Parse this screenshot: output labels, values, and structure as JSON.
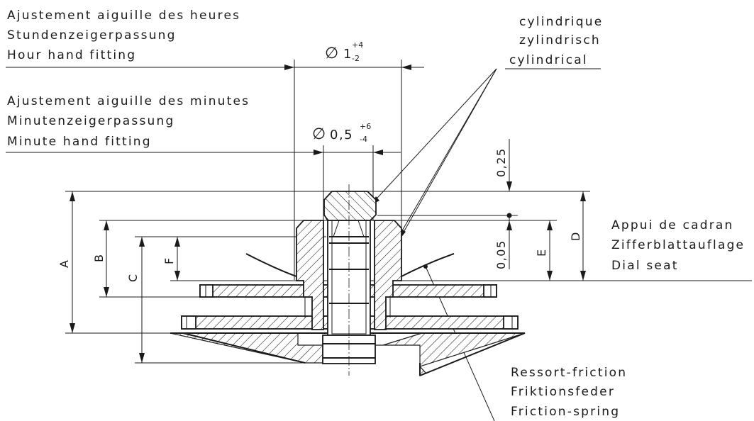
{
  "hour_fitting": {
    "fr": "Ajustement aiguille des heures",
    "de": "Stundenzeigerpassung",
    "en": "Hour hand fitting",
    "diameter": "1",
    "tol_plus": "+4",
    "tol_minus": "-2"
  },
  "minute_fitting": {
    "fr": "Ajustement aiguille des minutes",
    "de": "Minutenzeigerpassung",
    "en": "Minute hand fitting",
    "diameter": "0,5",
    "tol_plus": "+6",
    "tol_minus": "-4"
  },
  "cylindrical": {
    "fr": "cylindrique",
    "de": "zylindrisch",
    "en": "cylindrical"
  },
  "dial_seat": {
    "fr": "Appui de cadran",
    "de": "Zifferblattauflage",
    "en": "Dial seat"
  },
  "friction_spring": {
    "fr": "Ressort-friction",
    "de": "Friktionsfeder",
    "en": "Friction-spring"
  },
  "dims": {
    "top": "0,25",
    "bottom": "0,05"
  },
  "letters": {
    "A": "A",
    "B": "B",
    "C": "C",
    "D": "D",
    "E": "E",
    "F": "F"
  },
  "diameter_symbol": "∅",
  "colors": {
    "line": "#1a1a1a",
    "background": "#ffffff"
  }
}
